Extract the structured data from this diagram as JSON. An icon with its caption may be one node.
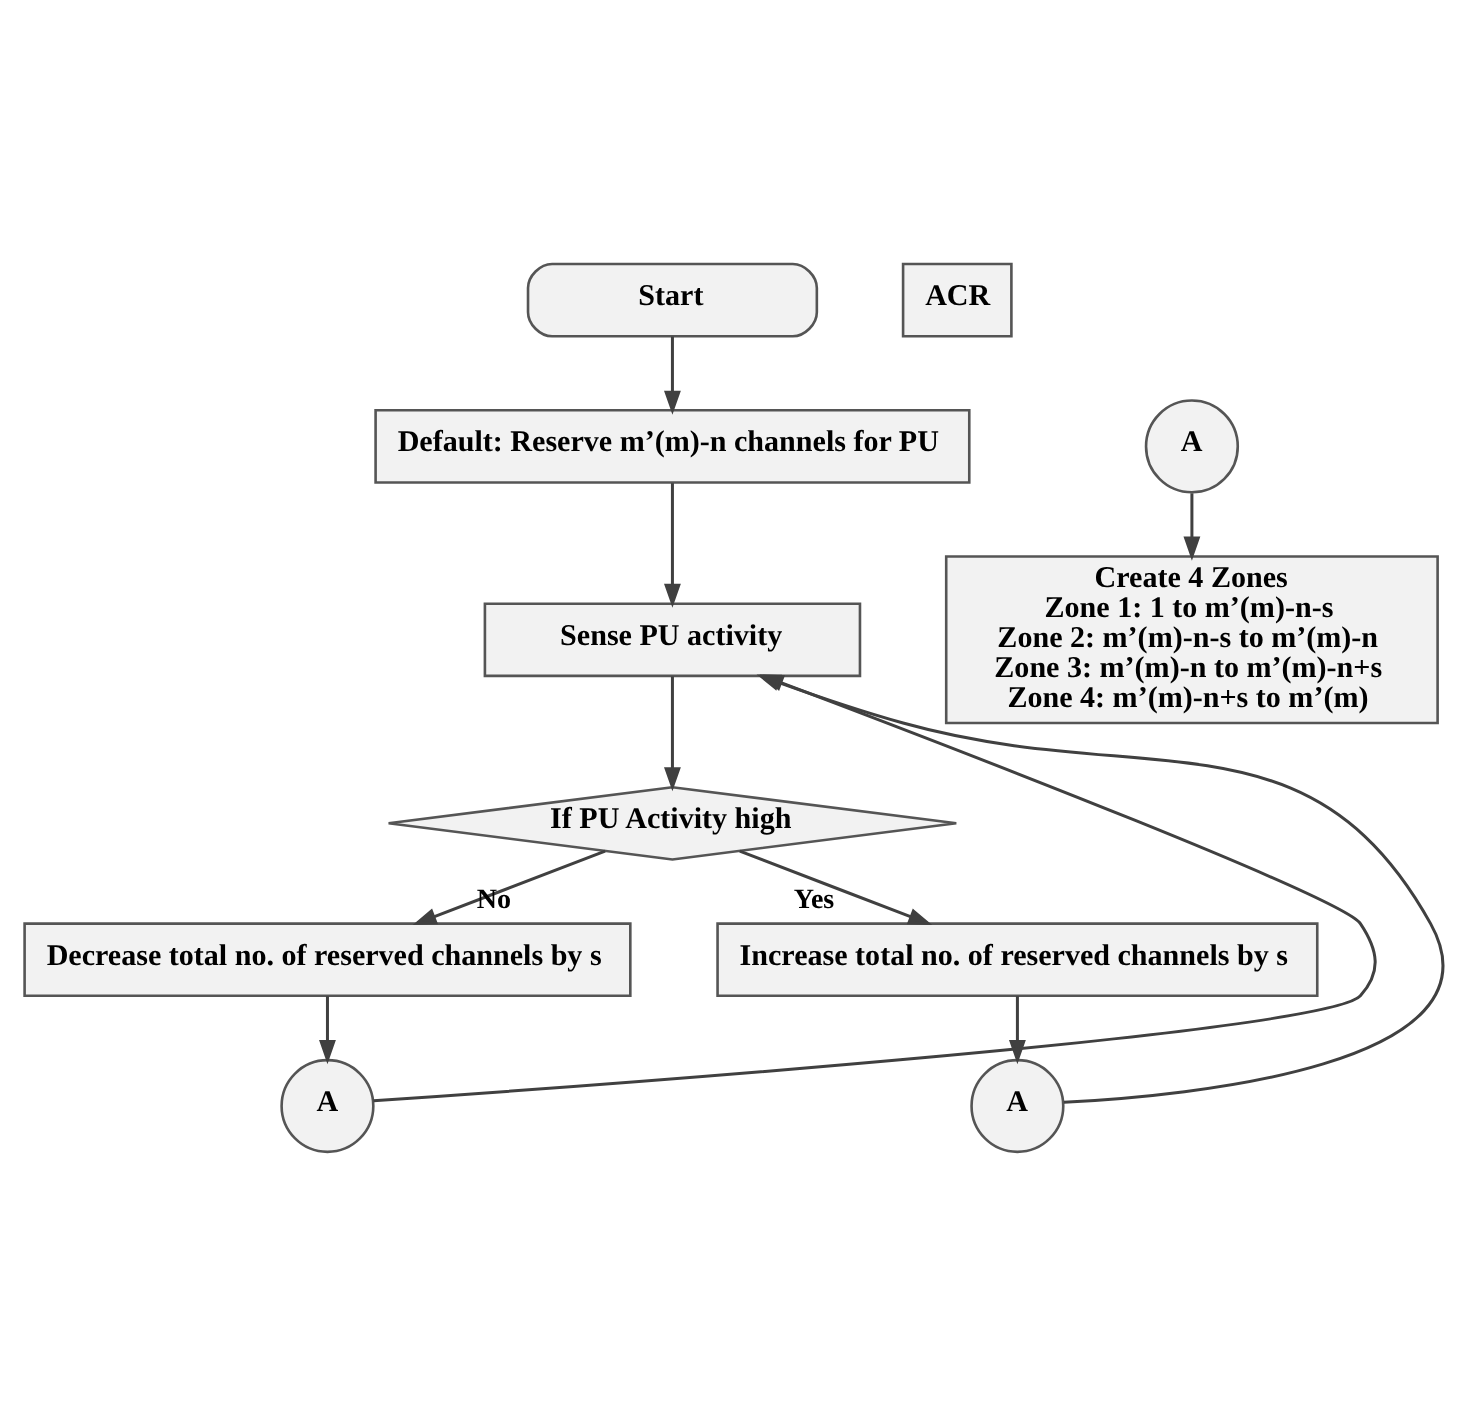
{
  "diagram": {
    "nodes": [
      {
        "text": [
          "Start"
        ]
      },
      {
        "text": [
          "Default: Reserve m’(m)-n channels for PU"
        ]
      },
      {
        "text": [
          "Sense PU activity"
        ]
      },
      {
        "text": [
          "If PU Activity high"
        ]
      },
      {
        "text": [
          "Decrease total no. of reserved channels by s"
        ]
      },
      {
        "text": [
          "Increase total no. of reserved channels by s"
        ]
      },
      {
        "text": [
          "A"
        ]
      },
      {
        "text": [
          "A"
        ]
      },
      {
        "text": [
          "A"
        ]
      },
      {
        "text": [
          "Create 4 Zones",
          "Zone 1: 1 to m’(m)-n-s",
          "Zone 2: m’(m)-n-s to m’(m)-n",
          "Zone 3: m’(m)-n to m’(m)-n+s",
          "Zone 4: m’(m)-n+s to m’(m)"
        ]
      },
      {
        "text": [
          "ACR"
        ]
      }
    ],
    "edges": [
      {
        "from": 0,
        "to": 1,
        "arrow": "to"
      },
      {
        "from": 1,
        "to": 2,
        "arrow": "to"
      },
      {
        "from": 2,
        "to": 3,
        "arrow": "to"
      },
      {
        "from": 3,
        "to": 4,
        "label": "No",
        "arrow": "to"
      },
      {
        "from": 3,
        "to": 5,
        "label": "Yes",
        "arrow": "to"
      },
      {
        "from": 4,
        "to": 6,
        "arrow": "to"
      },
      {
        "from": 5,
        "to": 7,
        "arrow": "to"
      },
      {
        "from": 6,
        "to": 2,
        "arrow": "to"
      },
      {
        "from": 7,
        "to": 2,
        "arrow": "to"
      },
      {
        "from": 8,
        "to": 9,
        "arrow": "to"
      }
    ]
  }
}
